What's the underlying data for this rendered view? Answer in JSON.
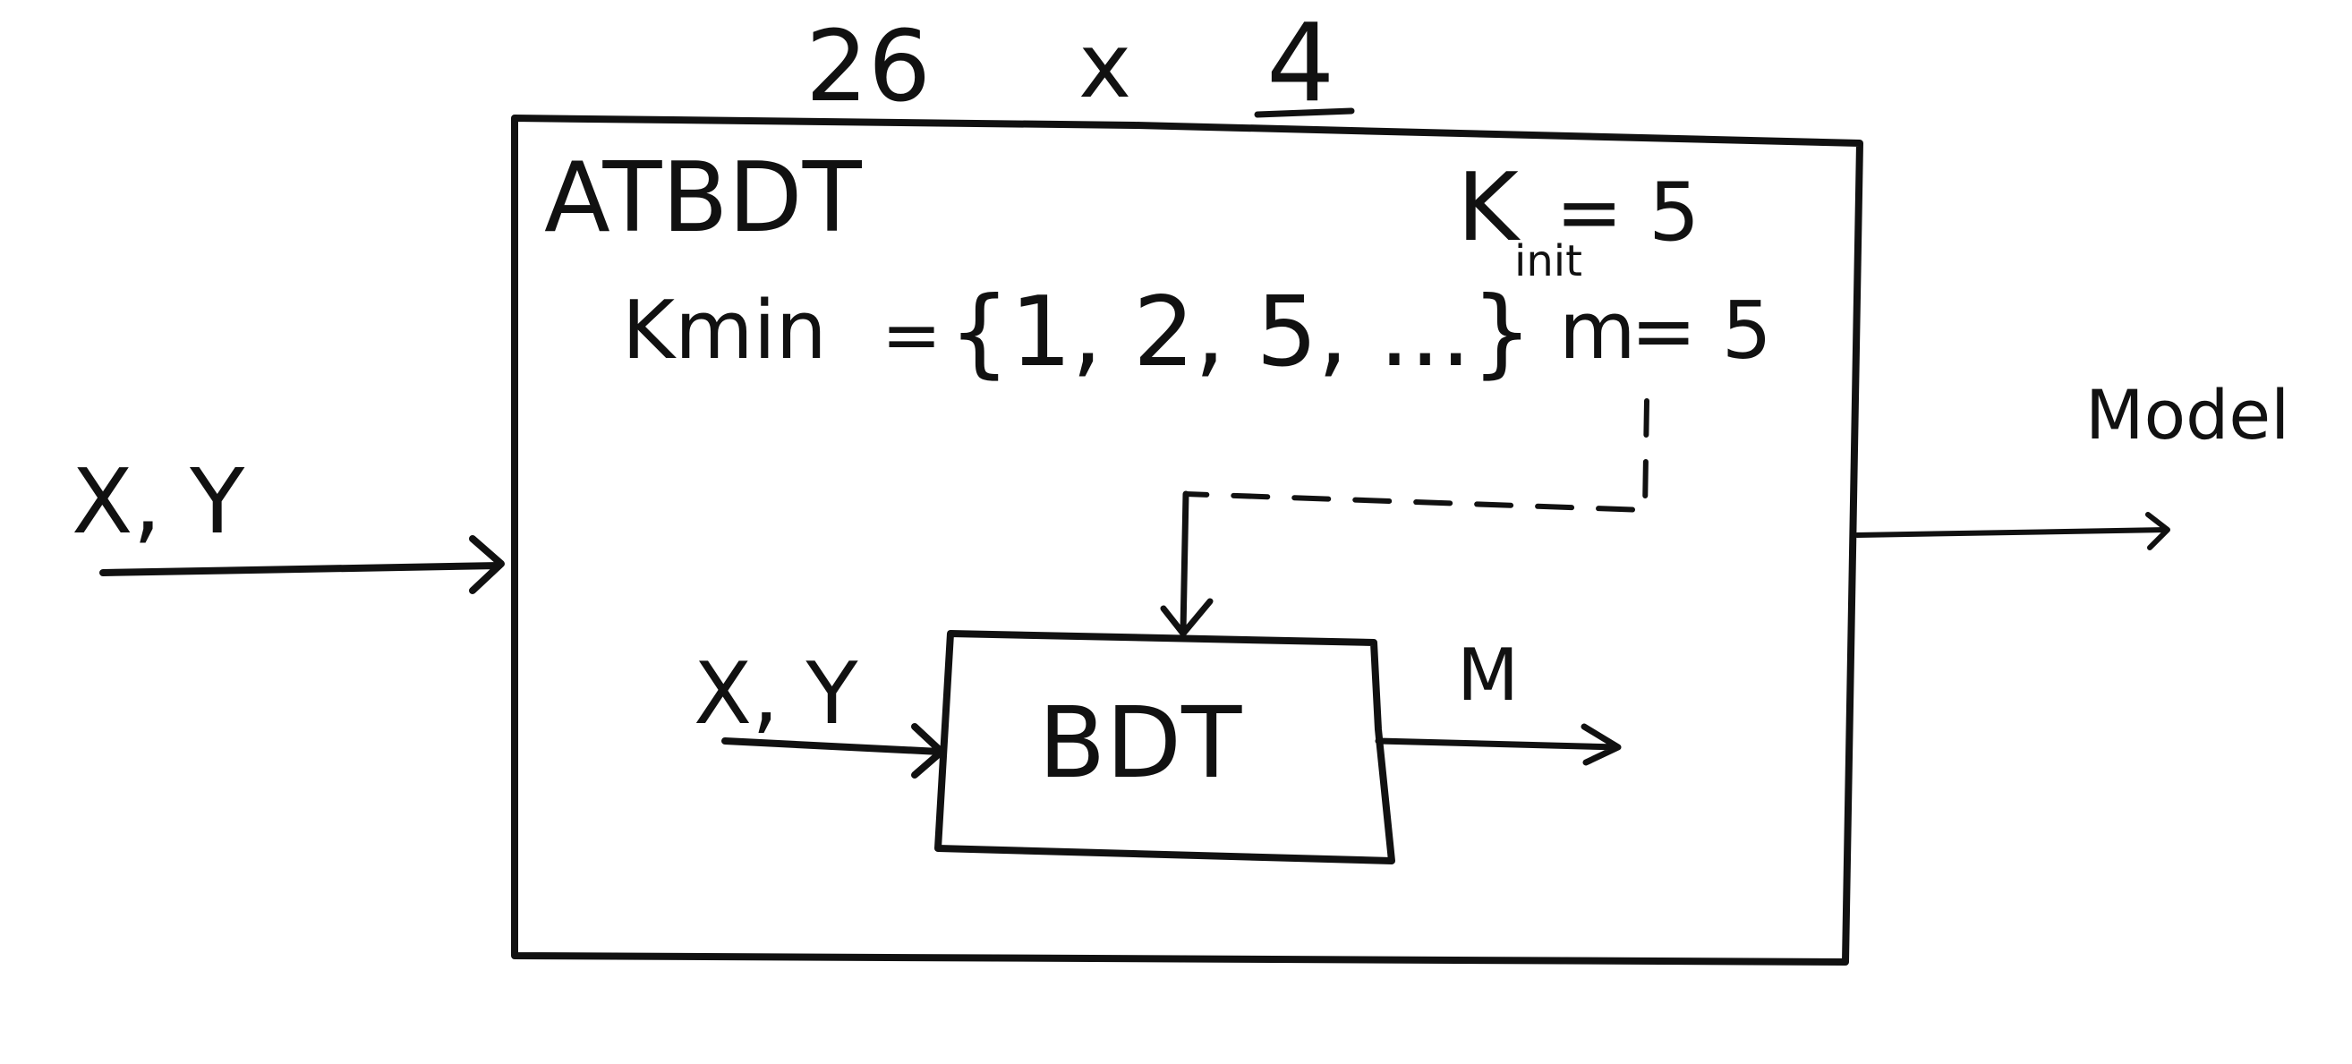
{
  "dimensions": {
    "rows": "26",
    "times": "x",
    "cols": "4"
  },
  "outer_block": {
    "title": "ATBDT",
    "k_init_main": "K",
    "k_init_sub": "init",
    "k_init_value": "= 5",
    "kmin_label": "Kmin",
    "kmin_equals": "=",
    "kmin_set": "{1, 2, 5, ...}",
    "m_label": "m",
    "m_value": "= 5"
  },
  "inner_block": {
    "label": "BDT"
  },
  "inputs": {
    "outer_input": "X, Y",
    "inner_input": "X, Y"
  },
  "outputs": {
    "inner_output": "M",
    "outer_output": "Model"
  },
  "style": {
    "ink": "#111111",
    "background": "#ffffff"
  }
}
